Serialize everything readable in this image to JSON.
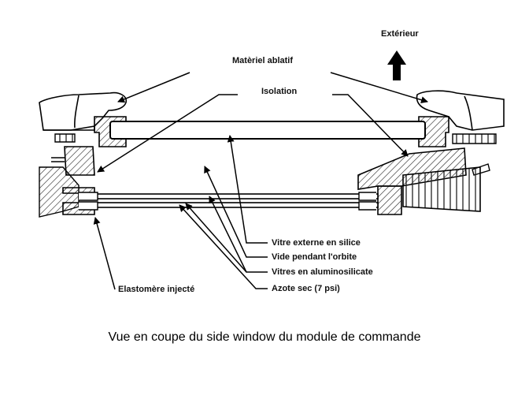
{
  "labels": {
    "exterior": "Extérieur",
    "ablative": "Matèriel ablatif",
    "insulation": "Isolation",
    "outer_pane": "Vitre externe en silice",
    "orbit_vacuum": "Vide pendant l'orbite",
    "aluminosilicate_panes": "Vitres en aluminosilicate",
    "dry_nitrogen": "Azote sec (7 psi)",
    "injected_elastomer": "Elastomère injecté"
  },
  "caption": "Vue en coupe du side window du module de commande"
}
